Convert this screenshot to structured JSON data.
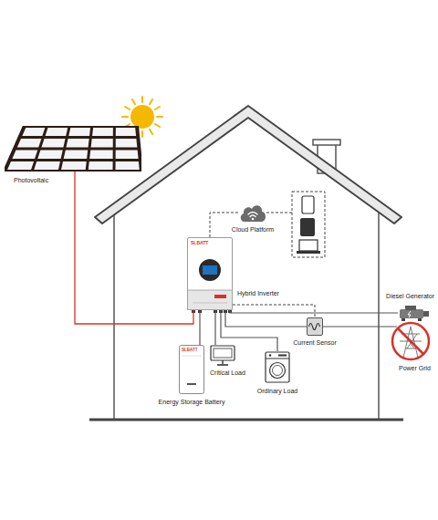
{
  "diagram": {
    "nodes": [
      {
        "text": [
          "Photovoltaic"
        ]
      },
      {
        "text": [
          "Cloud Platform"
        ]
      },
      {
        "text": [
          "Hybrid Inverter"
        ]
      },
      {
        "text": [
          "Energy Storage Battery"
        ]
      },
      {
        "text": [
          "Critical Load"
        ]
      },
      {
        "text": [
          "Ordinary Load"
        ]
      },
      {
        "text": [
          "Current Sensor"
        ]
      },
      {
        "text": [
          "Diesel Generator"
        ]
      },
      {
        "text": [
          "Power Grid"
        ]
      }
    ],
    "edges": [
      {
        "from": 0,
        "to": 2,
        "arrow": "none"
      },
      {
        "from": 2,
        "to": 1,
        "arrow": "none"
      },
      {
        "from": 2,
        "to": 3,
        "arrow": "none"
      },
      {
        "from": 2,
        "to": 4,
        "arrow": "none"
      },
      {
        "from": 2,
        "to": 5,
        "arrow": "none"
      },
      {
        "from": 2,
        "to": 6,
        "arrow": "none"
      },
      {
        "from": 2,
        "to": 7,
        "arrow": "none"
      },
      {
        "from": 2,
        "to": 8,
        "arrow": "none"
      }
    ],
    "labels": [
      "SLBATT",
      "SLBATT"
    ]
  }
}
